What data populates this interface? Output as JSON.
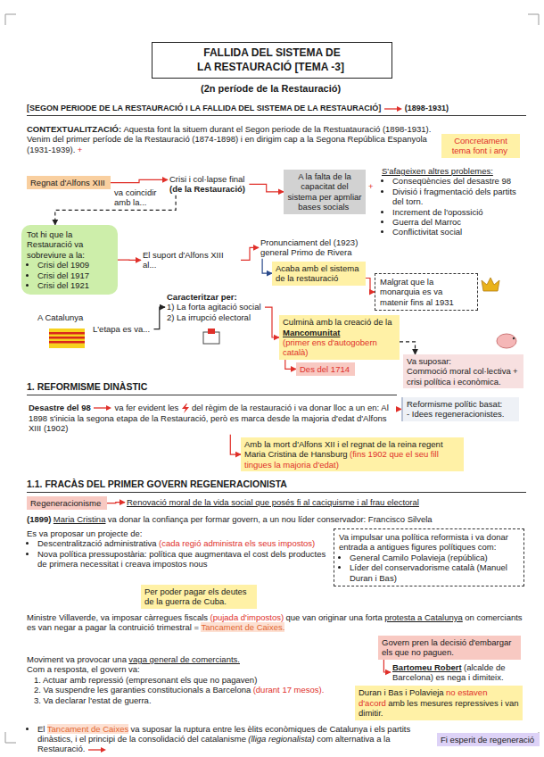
{
  "diagram": {
    "title": "FALLIDA DEL SISTEMA DE LA RESTAURACIÓ [TEMA -3]",
    "nodes": [
      {
        "text": [
          "Concretament tema font i any"
        ]
      },
      {
        "text": [
          "Regnat d'Alfons XIII"
        ]
      },
      {
        "text": [
          "Crisi i col·lapse final",
          "(de la Restauració)"
        ]
      },
      {
        "text": [
          "A la falta de la capacitat del sistema per apmliar bases socials"
        ]
      },
      {
        "text": [
          "Tot hi que la Restauració va sobreviure a la:",
          "Crisi del 1909",
          "Crisi del 1917",
          "Crisi del 1921"
        ]
      },
      {
        "text": [
          "El suport d'Alfons XIII al..."
        ]
      },
      {
        "text": [
          "Pronunciament del (1923) general Primo de Rivera"
        ]
      },
      {
        "text": [
          "Acaba amb el sistema de la restauració"
        ]
      },
      {
        "text": [
          "Malgrat que la monarquia es va matenir fins al 1931"
        ]
      },
      {
        "text": [
          "A Catalunya"
        ]
      },
      {
        "text": [
          "L'etapa es va..."
        ]
      },
      {
        "text": [
          "Caracteritzar per:",
          "1) La forta agitació social",
          "2) La irrupció electoral"
        ]
      },
      {
        "text": [
          "Culminà amb la creació de la",
          "Mancomunitat",
          "(primer ens d'autogobern català)"
        ]
      },
      {
        "text": [
          "Des del 1714"
        ]
      },
      {
        "text": [
          "Va suposar:",
          "Commoció moral col·lectiva",
          "+ crisi política i econòmica."
        ]
      },
      {
        "text": [
          "Desastre del 98",
          "va fer evident les",
          "del règim de la restauració i va donar lloc a un en: Al 1898 s'inicia la segona etapa de la Restauració, però es marca desde la majoria d'edat d'Alfons XIII (1902)"
        ]
      },
      {
        "text": [
          "Reformisme polític basat:",
          "- Idees regeneracionistes."
        ]
      },
      {
        "text": [
          "Amb la mort d'Alfons XII i el regnat de la reina regent Maria Cristina de Hansburg",
          "(fins 1902 que el seu fill tingues la majoria d'edat)"
        ]
      },
      {
        "text": [
          "Regeneracionisme"
        ]
      },
      {
        "text": [
          "Renovació moral de la vida social que posés fi al caciquisme i al frau electoral"
        ]
      },
      {
        "text": [
          "Va impulsar una política reformista i va donar entrada a antigues figures polítiques com:",
          "General Camilo Polavieja (república)",
          "Líder del conservadorisme català (Manuel Duran i Bas)"
        ]
      },
      {
        "text": [
          "Per poder pagar els deutes de la guerra de Cuba."
        ]
      },
      {
        "text": [
          "Govern pren la decisió d'embargar els que no paguen."
        ]
      },
      {
        "text": [
          "Bartomeu Robert",
          "(alcalde de Barcelona) es nega i dimiteix."
        ]
      },
      {
        "text": [
          "Duran i Bas i Polavieja",
          "no estaven d'acord",
          "amb les mesures repressives i van dimitir."
        ]
      },
      {
        "text": [
          "Fi esperit de regeneració"
        ]
      }
    ],
    "edges": [
      {
        "from": 1,
        "to": 2,
        "arrow": "to"
      },
      {
        "from": 2,
        "to": 3,
        "arrow": "to"
      },
      {
        "from": 2,
        "to": 4,
        "arrow": "to"
      },
      {
        "from": 4,
        "to": 5,
        "arrow": "to"
      },
      {
        "from": 5,
        "to": 6,
        "arrow": "to"
      },
      {
        "from": 6,
        "to": 7,
        "arrow": "to"
      },
      {
        "from": 7,
        "to": 8,
        "arrow": "to"
      },
      {
        "from": 10,
        "to": 11,
        "arrow": "to"
      },
      {
        "from": 11,
        "to": 12,
        "arrow": "to"
      },
      {
        "from": 12,
        "to": 13,
        "arrow": "to"
      },
      {
        "from": 12,
        "to": 14,
        "arrow": "to"
      },
      {
        "from": 15,
        "to": 16,
        "arrow": "to"
      },
      {
        "from": 15,
        "to": 17,
        "arrow": "to"
      },
      {
        "from": 18,
        "to": 19,
        "arrow": "to"
      },
      {
        "from": 22,
        "to": 23,
        "arrow": "to"
      }
    ],
    "labels": [
      "(2n període de la Restauració)",
      "[SEGON PERIODE DE LA RESTAURACIÓ I LA FALLIDA DEL SISTEMA DE LA RESTAURACIÓ]",
      "(1898-1931)",
      "CONTEXTUALITZACIÓ:",
      "Aquesta font la situem durant el Segon periode de la Restuatauració (1898-1931). Venim del primer període de la Restauració (1874-1898) i en dirigim cap a la Segona República Espanyola (1931-1939).",
      "+",
      "va coincidir amb la...",
      "S'afageixen altres problemes:",
      "Conseqüències del desastre 98",
      "Divisió i fragmentació dels partits del torn.",
      "Increment de l'opossició",
      "Guerra del Marroc",
      "Conflictivitat social",
      "1. REFORMISME DINÀSTIC",
      "1.1. FRACÀS DEL PRIMER GOVERN REGENERACIONISTA",
      "(1899)",
      "Maria Cristina",
      "va donar la confiança per formar govern, a un nou líder conservador: Francisco Silvela",
      "Es va proposar un projecte de:",
      "Descentralització administrativa",
      "(cada regió administra els seus impostos)",
      "Nova política pressupostària: política que augmentava el cost dels productes de primera necessitat i creava impostos nous",
      "Ministre Villaverde, va imposar càrregues fiscals",
      "(pujada d'impostos)",
      "que van originar una forta",
      "protesta a Catalunya",
      "on comerciants es van negar a pagar la contruició trimestral =",
      "Tancament de Caixes.",
      "Moviment va provocar una",
      "vaga general de comerciants.",
      "Com a resposta, el govern va:",
      "1. Actuar amb repressió (empresonant els que no pagaven)",
      "2. Va suspendre les garanties constitucionals a Barcelona",
      "(durant 17 mesos).",
      "3. Va declarar l'estat de guerra.",
      "El",
      "Tancament de Caixes",
      "va suposar la ruptura entre les èlits econòmiques de Catalunya i els partits dinàstics, i el principi de la consolidació del catalanisme",
      "(lliga regionalista)",
      "com alternativa a la Restauració.",
      "+"
    ]
  }
}
